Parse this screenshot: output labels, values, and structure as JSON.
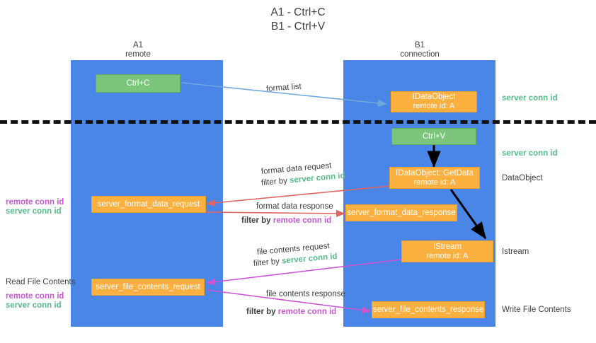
{
  "title": {
    "line1": "A1 - Ctrl+C",
    "line2": "B1 - Ctrl+V"
  },
  "lanes": [
    {
      "id": "a1",
      "name": "A1",
      "sub": "remote",
      "color": "#4a86e8"
    },
    {
      "id": "b1",
      "name": "B1",
      "sub": "connection",
      "color": "#4a86e8"
    }
  ],
  "colors": {
    "lane": "#4a86e8",
    "green_box": "#7bc67b",
    "orange_box": "#fbb040",
    "server_conn_id": "#57bb8a",
    "remote_conn_id": "#c957d4",
    "arrow_blue": "#6fa8dc",
    "arrow_red": "#e06666",
    "arrow_magenta": "#c957d4",
    "arrow_black": "#000000",
    "divider": "#111111"
  },
  "boxes": {
    "ctrl_c": {
      "label": "Ctrl+C",
      "kind": "green"
    },
    "ctrl_v": {
      "label": "Ctrl+V",
      "kind": "green"
    },
    "idataobject": {
      "line1": "IDataObject",
      "line2": "remote id: A",
      "kind": "orange"
    },
    "getdata": {
      "line1": "IDataObject::GetData",
      "line2": "remote id: A",
      "kind": "orange"
    },
    "istream": {
      "line1": "IStream",
      "line2": "remote id: A",
      "kind": "orange"
    },
    "server_format_data_request": {
      "label": "server_format_data_request",
      "kind": "orange"
    },
    "server_format_data_response": {
      "label": "server_format_data_response",
      "kind": "orange"
    },
    "server_file_contents_request": {
      "label": "server_file_contents_request",
      "kind": "orange"
    },
    "server_file_contents_response": {
      "label": "server_file_contents_response",
      "kind": "orange"
    }
  },
  "edge_labels": {
    "format_list": "format list",
    "format_data_request": "format data request",
    "format_data_request_filter_prefix": "filter by ",
    "format_data_request_filter_value": "server conn id",
    "format_data_response": "format data response",
    "format_data_response_filter_prefix": "filter by ",
    "format_data_response_filter_value": "remote conn id",
    "file_contents_request": "file contents request",
    "file_contents_request_filter_prefix": "filter by ",
    "file_contents_request_filter_value": "server conn id",
    "file_contents_response": "file contents response",
    "file_contents_response_filter_prefix": "filter by ",
    "file_contents_response_filter_value": "remote conn id"
  },
  "right_notes": {
    "server_conn_id_top": "server conn id",
    "server_conn_id_mid": "server conn id",
    "data_object": "DataObject",
    "istream": "Istream",
    "write_file_contents": "Write File Contents"
  },
  "left_notes": {
    "remote_conn_id_mid": "remote conn id",
    "server_conn_id_mid": "server conn id",
    "read_file_contents": "Read File Contents",
    "remote_conn_id_bottom": "remote conn id",
    "server_conn_id_bottom": "server conn id"
  }
}
